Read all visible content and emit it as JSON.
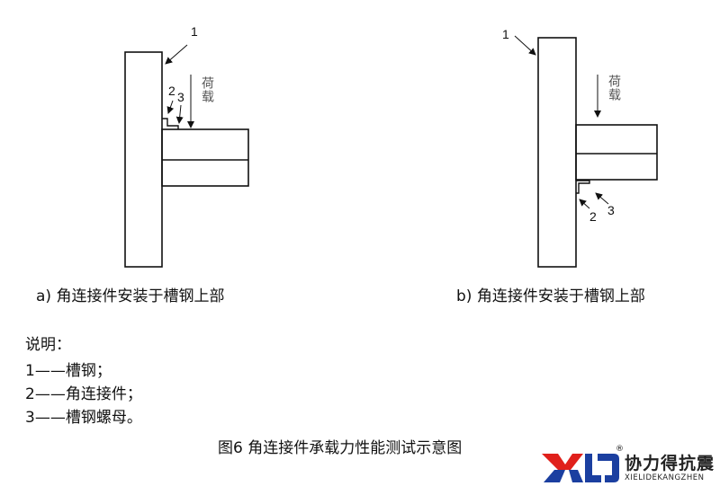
{
  "diagram_a": {
    "label_1": "1",
    "label_2": "2",
    "label_3": "3",
    "load_text": "荷载",
    "caption": "a) 角连接件安装于槽钢上部"
  },
  "diagram_b": {
    "label_1": "1",
    "label_2": "2",
    "label_3": "3",
    "load_text": "荷载",
    "caption": "b) 角连接件安装于槽钢上部"
  },
  "legend": {
    "title": "说明：",
    "items": [
      "1——槽钢；",
      "2——角连接件；",
      "3——槽钢螺母。"
    ]
  },
  "figure_title": "图6  角连接件承载力性能测试示意图",
  "logo": {
    "mark": "XLD",
    "name_cn": "协力得抗震",
    "name_en": "XIELIDEKANGZHEN",
    "registered": "®",
    "colors": {
      "red": "#e0201b",
      "blue": "#1b3fa0"
    }
  }
}
